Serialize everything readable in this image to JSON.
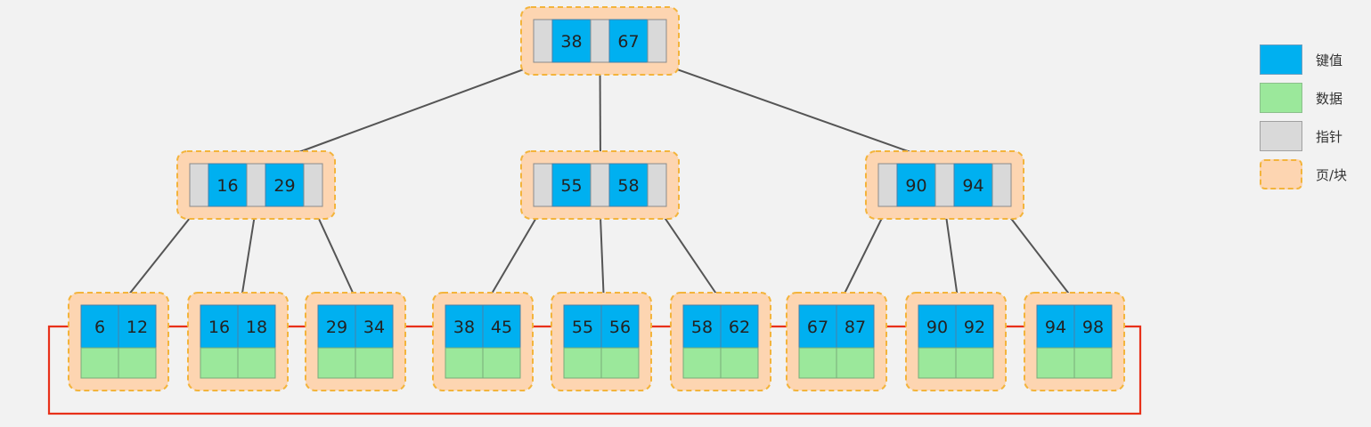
{
  "colors": {
    "key": "#00b0f0",
    "data": "#9be89b",
    "pointer": "#d9d9d9",
    "page_fill": "#fdd5b1",
    "page_border": "#f3b43c",
    "tree_edge": "#555555",
    "leaf_link": "#e8311a"
  },
  "legend": [
    {
      "kind": "key",
      "label": "键值"
    },
    {
      "kind": "data",
      "label": "数据"
    },
    {
      "kind": "pointer",
      "label": "指针"
    },
    {
      "kind": "page",
      "label": "页/块"
    }
  ],
  "tree": {
    "root": {
      "keys": [
        "38",
        "67"
      ]
    },
    "internal": [
      {
        "keys": [
          "16",
          "29"
        ]
      },
      {
        "keys": [
          "55",
          "58"
        ]
      },
      {
        "keys": [
          "90",
          "94"
        ]
      }
    ],
    "leaves": [
      {
        "keys": [
          "6",
          "12"
        ]
      },
      {
        "keys": [
          "16",
          "18"
        ]
      },
      {
        "keys": [
          "29",
          "34"
        ]
      },
      {
        "keys": [
          "38",
          "45"
        ]
      },
      {
        "keys": [
          "55",
          "56"
        ]
      },
      {
        "keys": [
          "58",
          "62"
        ]
      },
      {
        "keys": [
          "67",
          "87"
        ]
      },
      {
        "keys": [
          "90",
          "92"
        ]
      },
      {
        "keys": [
          "94",
          "98"
        ]
      }
    ]
  }
}
